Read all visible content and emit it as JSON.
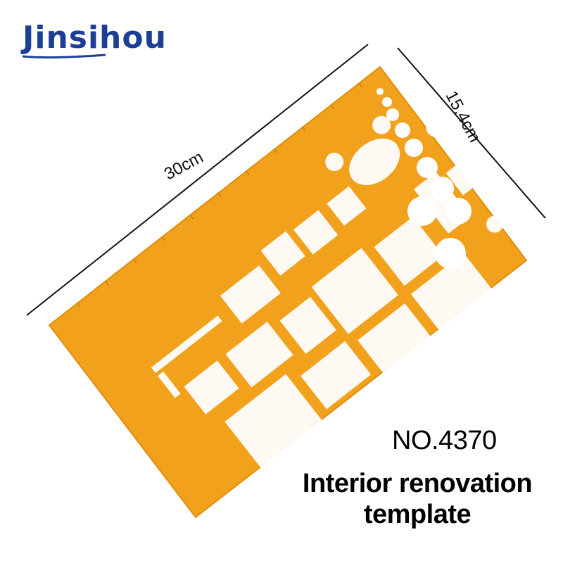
{
  "brand": {
    "name": "Jinsihou",
    "color": "#1c3f95"
  },
  "dimensions": {
    "width": "30cm",
    "height": "15.4cm"
  },
  "product": {
    "model": "NO.4370",
    "caption_line1": "Interior renovation",
    "caption_line2": "template"
  },
  "colors": {
    "template": "#f2a11c",
    "template_edge": "#e08e0c",
    "dimension_lines": "#111111"
  }
}
